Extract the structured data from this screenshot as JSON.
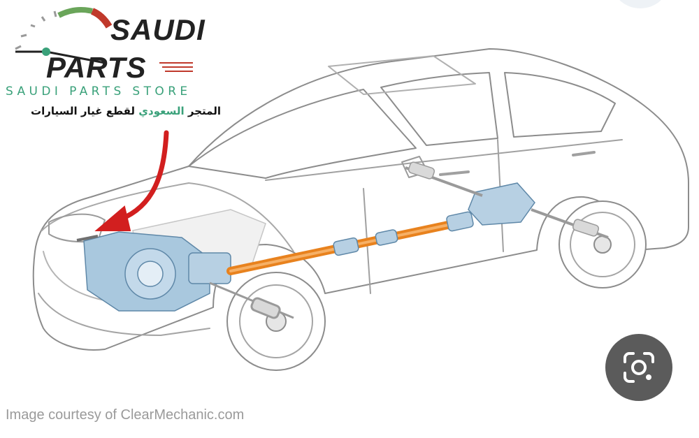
{
  "brand": {
    "line_top": "SAUDI",
    "line_bottom": "PARTS",
    "store_name": "SAUDI PARTS STORE",
    "tagline_ar_start": "المتجر",
    "tagline_ar_highlight": "السعودي",
    "tagline_ar_end": "لقطع غيار السيارات",
    "colors": {
      "accent_green": "#3aa17a",
      "gauge_red": "#c0392b",
      "text_dark": "#222222"
    }
  },
  "illustration": {
    "highlight_color": "#e8821e",
    "arrow_color": "#d21f1f",
    "components_color": "#8fb4d0"
  },
  "footer": {
    "credit": "Image courtesy of ClearMechanic.com"
  },
  "actions": {
    "visual_search_icon": "camera-lens-icon"
  }
}
